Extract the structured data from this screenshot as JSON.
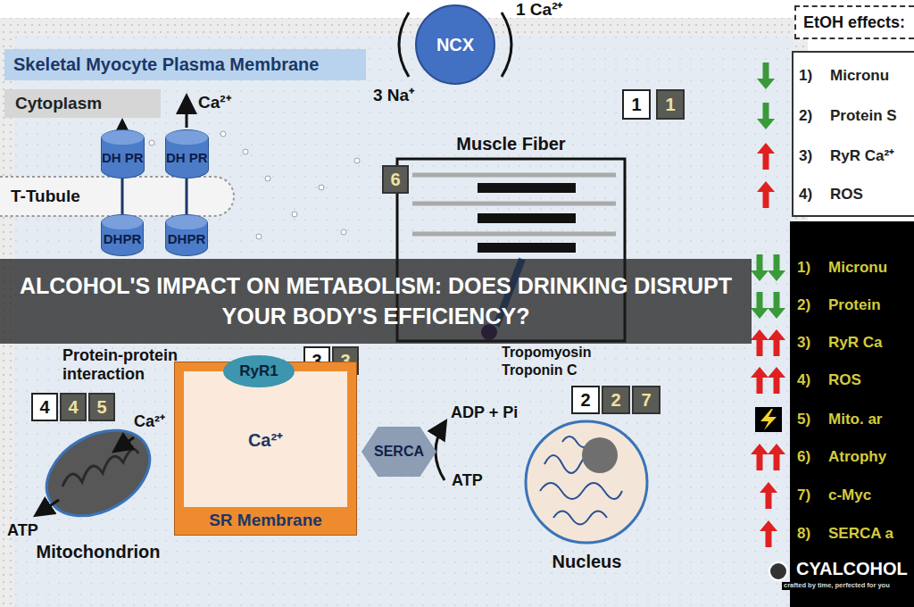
{
  "diagram": {
    "title": "ALCOHOL'S IMPACT ON METABOLISM: DOES DRINKING DISRUPT YOUR BODY'S EFFICIENCY?",
    "nodes": [
      {
        "text": [
          "Skeletal Myocyte Plasma Membrane"
        ]
      },
      {
        "text": [
          "NCX"
        ]
      },
      {
        "text": [
          "Cytoplasm"
        ]
      },
      {
        "text": [
          "DH PR"
        ]
      },
      {
        "text": [
          "DH PR"
        ]
      },
      {
        "text": [
          "DHPR"
        ]
      },
      {
        "text": [
          "DHPR"
        ]
      },
      {
        "text": [
          "1"
        ]
      },
      {
        "text": [
          "1"
        ]
      },
      {
        "text": [
          "Muscle Fiber"
        ]
      },
      {
        "text": [
          "6"
        ]
      },
      {
        "text": [
          "3"
        ]
      },
      {
        "text": [
          "3"
        ]
      },
      {
        "text": [
          "RyR1"
        ]
      },
      {
        "text": [
          "Ca²⁺",
          "SR Membrane"
        ]
      },
      {
        "text": [
          "SERCA"
        ]
      },
      {
        "text": [
          "4"
        ]
      },
      {
        "text": [
          "4"
        ]
      },
      {
        "text": [
          "5"
        ]
      },
      {
        "text": [
          "Mitochondrion"
        ]
      },
      {
        "text": [
          "2"
        ]
      },
      {
        "text": [
          "2"
        ]
      },
      {
        "text": [
          "7"
        ]
      },
      {
        "text": [
          "Nucleus"
        ]
      },
      {
        "text": [
          "EtOH effects:"
        ]
      }
    ],
    "labels": [
      "1 Ca²⁺",
      "3 Na⁺",
      "Ca²⁺",
      "T-Tubule",
      "Protein-protein interaction",
      "Tropomyosin",
      "Troponin C",
      "Ca²⁺",
      "ATP",
      "ADP + Pi",
      "ATP",
      "1)",
      "Micronu",
      "2)",
      "Protein S",
      "3)",
      "RyR Ca²⁺",
      "4)",
      "ROS",
      "1)",
      "Micronu",
      "2)",
      "Protein",
      "3)",
      "RyR Ca",
      "4)",
      "ROS",
      "5)",
      "Mito. ar",
      "6)",
      "Atrophy",
      "7)",
      "c-Myc",
      "8)",
      "SERCA a",
      "CYALCOHOL",
      "crafted by time, perfected for you"
    ]
  }
}
